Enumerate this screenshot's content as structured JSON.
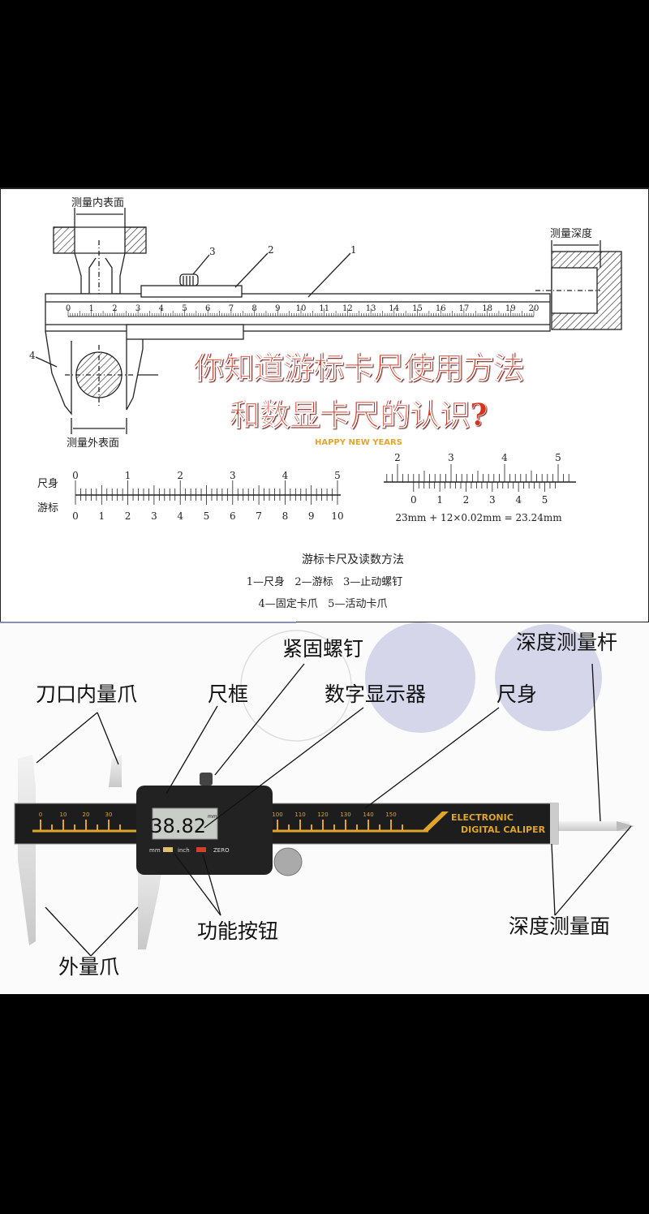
{
  "top_diagram": {
    "label_inner_surface": "测量内表面",
    "label_depth": "测量深度",
    "label_outer_surface": "测量外表面",
    "callouts": [
      "1",
      "2",
      "3",
      "4"
    ],
    "main_scale_numbers": [
      "0",
      "1",
      "2",
      "3",
      "4",
      "5",
      "6",
      "7",
      "8",
      "9",
      "10",
      "11",
      "12",
      "13",
      "14",
      "15",
      "16",
      "17",
      "18",
      "19",
      "20"
    ]
  },
  "title": {
    "line1": "你知道游标卡尺使用方法",
    "line2": "和数显卡尺的认识?",
    "subtitle": "HAPPY NEW YEARS",
    "color": "#d8321e"
  },
  "reading_example": {
    "main_label": "尺身",
    "vernier_label": "游标",
    "main_numbers": [
      "0",
      "1",
      "2",
      "3",
      "4",
      "5"
    ],
    "vernier_numbers": [
      "0",
      "1",
      "2",
      "3",
      "4",
      "5",
      "6",
      "7",
      "8",
      "9",
      "10"
    ],
    "example_main_numbers": [
      "2",
      "3",
      "4",
      "5"
    ],
    "example_vernier_numbers": [
      "0",
      "1",
      "2",
      "3",
      "4",
      "5"
    ],
    "formula": "23mm + 12×0.02mm = 23.24mm"
  },
  "caption": {
    "title": "游标卡尺及读数方法",
    "line1": "1—尺身   2—游标   3—止动螺钉",
    "line2": "4—固定卡爪   5—活动卡爪"
  },
  "digital_caliper": {
    "labels": {
      "lock_screw": "紧固螺钉",
      "inner_jaws": "刀口内量爪",
      "frame": "尺框",
      "display": "数字显示器",
      "beam": "尺身",
      "depth_rod": "深度测量杆",
      "buttons": "功能按钮",
      "depth_face": "深度测量面",
      "outer_jaws": "外量爪"
    },
    "lcd_reading": "38.82",
    "lcd_unit": "mm",
    "button_labels": [
      "mm",
      "inch",
      "ZERO"
    ],
    "brand_line1": "ELECTRONIC",
    "brand_line2": "DIGITAL CALIPER",
    "scale_numbers_left": [
      "0",
      "10",
      "20",
      "30"
    ],
    "scale_numbers_right": [
      "100",
      "110",
      "120",
      "130",
      "140",
      "150"
    ],
    "accent_color": "#e0a52a"
  }
}
